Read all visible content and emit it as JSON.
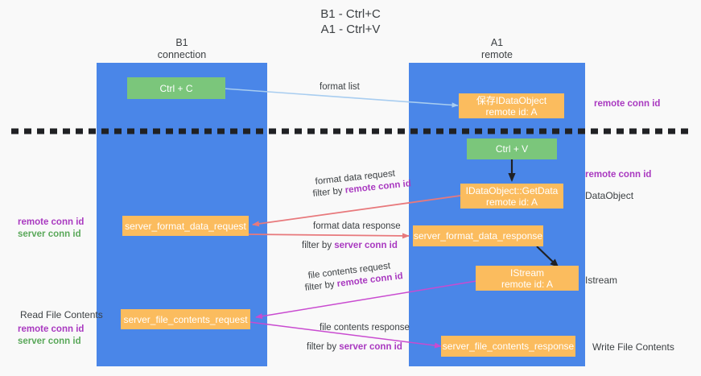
{
  "title": {
    "line1": "B1 - Ctrl+C",
    "line2": "A1 - Ctrl+V"
  },
  "columns": [
    {
      "name": "B1",
      "sub": "connection"
    },
    {
      "name": "A1",
      "sub": "remote"
    }
  ],
  "nodes": {
    "ctrl_c": "Ctrl + C",
    "ctrl_v": "Ctrl + V",
    "save_idataobject_l1": "保存IDataObject",
    "save_idataobject_l2": "remote id: A",
    "getdata_l1": "IDataObject::GetData",
    "getdata_l2": "remote id: A",
    "istream_l1": "IStream",
    "istream_l2": "remote id: A",
    "server_format_data_request": "server_format_data_request",
    "server_format_data_response": "server_format_data_response",
    "server_file_contents_request": "server_file_contents_request",
    "server_file_contents_response": "server_file_contents_response"
  },
  "edge_labels": {
    "format_list": "format list",
    "format_data_request": "format data request",
    "format_data_request_filter_prefix": "filter by ",
    "format_data_request_filter_key": "remote conn id",
    "format_data_response": "format data response",
    "format_data_response_filter_prefix": "filter by ",
    "format_data_response_filter_key": "server conn id",
    "file_contents_request": "file contents request",
    "file_contents_request_filter_prefix": "filter by ",
    "file_contents_request_filter_key": "remote conn id",
    "file_contents_response": "file contents response",
    "file_contents_response_filter_prefix": "filter by ",
    "file_contents_response_filter_key": "server conn id"
  },
  "left_annotations": {
    "format_remote_conn_id": "remote conn id",
    "format_server_conn_id": "server conn id",
    "read_file_contents": "Read File Contents",
    "file_remote_conn_id": "remote conn id",
    "file_server_conn_id": "server conn id"
  },
  "right_annotations": {
    "top_remote_conn_id": "remote conn id",
    "mid_remote_conn_id": "remote conn id",
    "data_object": "DataObject",
    "istream": "Istream",
    "write_file_contents": "Write File Contents"
  },
  "colors": {
    "lane": "#4a86e8",
    "node_orange": "#fbbc5e",
    "node_green": "#7bc67b",
    "accent_purple": "#a939c0",
    "accent_green": "#5aa85a",
    "arrow_blue": "#a8cdf0",
    "arrow_red": "#e8797c",
    "arrow_magenta": "#c94bd0",
    "arrow_black": "#202124",
    "background": "#f9f9f9"
  }
}
